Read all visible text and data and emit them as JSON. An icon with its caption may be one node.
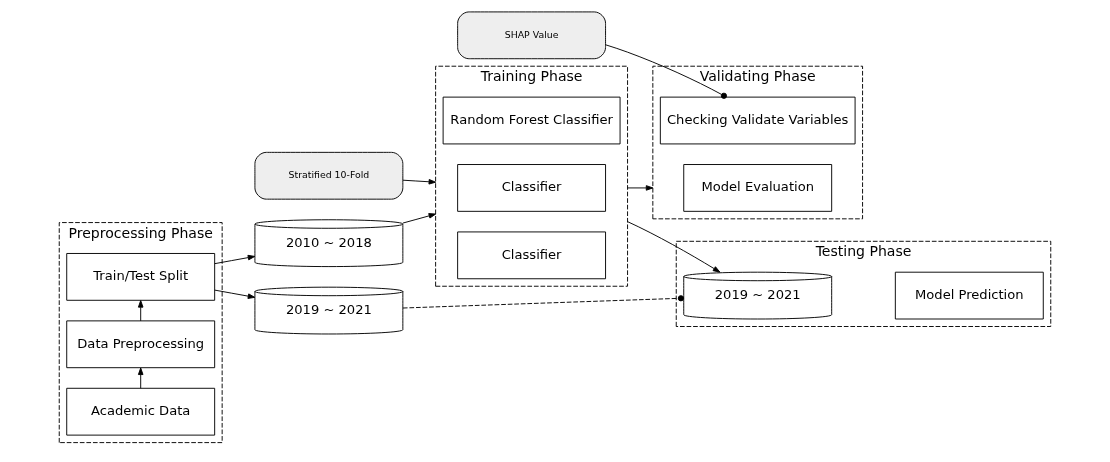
{
  "diagram": {
    "nodes": [
      {
        "text": [
          "Preprocessing Phase"
        ]
      },
      {
        "text": [
          "Academic Data"
        ],
        "in": 0
      },
      {
        "text": [
          "Data Preprocessing"
        ],
        "in": 0
      },
      {
        "text": [
          "Train/Test Split"
        ],
        "in": 0
      },
      {
        "text": [
          "2010 ~ 2018"
        ]
      },
      {
        "text": [
          "2019 ~ 2021"
        ]
      },
      {
        "text": [
          "Stratified 10-Fold"
        ]
      },
      {
        "text": [
          "Training Phase"
        ]
      },
      {
        "text": [
          "Random Forest Classifier"
        ],
        "in": 7
      },
      {
        "text": [
          "Classifier"
        ],
        "in": 7
      },
      {
        "text": [
          "Classifier"
        ],
        "in": 7
      },
      {
        "text": [
          "SHAP Value"
        ]
      },
      {
        "text": [
          "Validating Phase"
        ]
      },
      {
        "text": [
          "Checking Validate Variables"
        ],
        "in": 12
      },
      {
        "text": [
          "Model Evaluation"
        ],
        "in": 12
      },
      {
        "text": [
          "Testing Phase"
        ]
      },
      {
        "text": [
          "2019 ~ 2021"
        ],
        "in": 15
      },
      {
        "text": [
          "Model Prediction"
        ],
        "in": 15
      }
    ],
    "edges": [
      {
        "from": 1,
        "to": 2,
        "arrow": "to"
      },
      {
        "from": 2,
        "to": 3,
        "arrow": "to"
      },
      {
        "from": 3,
        "to": 4,
        "arrow": "to"
      },
      {
        "from": 3,
        "to": 5,
        "arrow": "to"
      },
      {
        "from": 4,
        "to": 7,
        "arrow": "to"
      },
      {
        "from": 6,
        "to": 7,
        "arrow": "to"
      },
      {
        "from": 7,
        "to": 12,
        "arrow": "to"
      },
      {
        "from": 7,
        "to": 16,
        "arrow": "to"
      },
      {
        "from": 11,
        "to": 13,
        "arrow": "other"
      },
      {
        "from": 5,
        "to": 16,
        "arrow": "other",
        "style": "dashed"
      }
    ]
  }
}
